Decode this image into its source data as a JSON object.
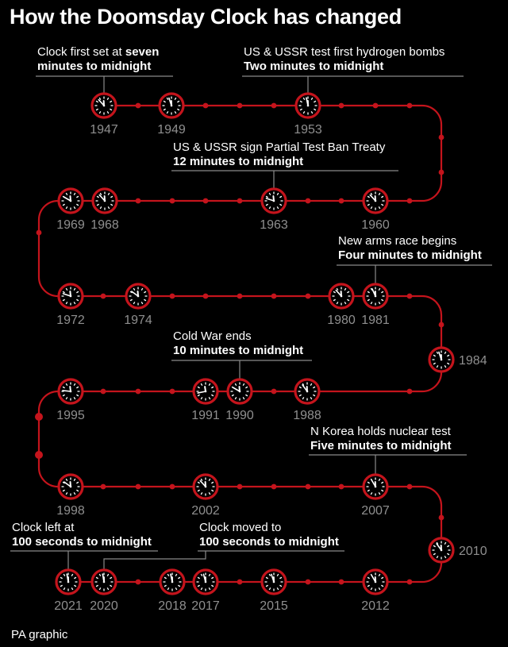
{
  "title": "How the Doomsday Clock has changed",
  "credit": "PA graphic",
  "colors": {
    "track": "#c4141c",
    "clock_fill": "#000000",
    "year_label": "#8f8f8f",
    "callout_line": "#8a8a8a",
    "text": "#ffffff"
  },
  "clocks": [
    {
      "year": "1947",
      "minutes_to_midnight": 7
    },
    {
      "year": "1949",
      "minutes_to_midnight": 3
    },
    {
      "year": "1953",
      "minutes_to_midnight": 2
    },
    {
      "year": "1960",
      "minutes_to_midnight": 7
    },
    {
      "year": "1963",
      "minutes_to_midnight": 12
    },
    {
      "year": "1968",
      "minutes_to_midnight": 7
    },
    {
      "year": "1969",
      "minutes_to_midnight": 10
    },
    {
      "year": "1972",
      "minutes_to_midnight": 12
    },
    {
      "year": "1974",
      "minutes_to_midnight": 9
    },
    {
      "year": "1980",
      "minutes_to_midnight": 7
    },
    {
      "year": "1981",
      "minutes_to_midnight": 4
    },
    {
      "year": "1984",
      "minutes_to_midnight": 3
    },
    {
      "year": "1988",
      "minutes_to_midnight": 6
    },
    {
      "year": "1990",
      "minutes_to_midnight": 10
    },
    {
      "year": "1991",
      "minutes_to_midnight": 17
    },
    {
      "year": "1995",
      "minutes_to_midnight": 14
    },
    {
      "year": "1998",
      "minutes_to_midnight": 9
    },
    {
      "year": "2002",
      "minutes_to_midnight": 7
    },
    {
      "year": "2007",
      "minutes_to_midnight": 5
    },
    {
      "year": "2010",
      "minutes_to_midnight": 6
    },
    {
      "year": "2012",
      "minutes_to_midnight": 5
    },
    {
      "year": "2015",
      "minutes_to_midnight": 3
    },
    {
      "year": "2017",
      "minutes_to_midnight": 2.5
    },
    {
      "year": "2018",
      "minutes_to_midnight": 2
    },
    {
      "year": "2020",
      "minutes_to_midnight": 1.67
    },
    {
      "year": "2021",
      "minutes_to_midnight": 1.67
    }
  ],
  "annotations": {
    "first_set": {
      "line1": "Clock first set at",
      "line1_bold": "seven",
      "line2": "minutes to midnight"
    },
    "hydrogen": {
      "line1": "US & USSR test first hydrogen bombs",
      "line2": "Two minutes to midnight"
    },
    "test_ban": {
      "line1": "US & USSR sign Partial Test Ban Treaty",
      "line2": "12 minutes to midnight"
    },
    "arms_race": {
      "line1": "New arms race begins",
      "line2": "Four minutes to midnight"
    },
    "cold_war": {
      "line1": "Cold War ends",
      "line2": "10 minutes to midnight"
    },
    "n_korea": {
      "line1": "N Korea holds nuclear test",
      "line2": "Five minutes to midnight"
    },
    "left_at": {
      "line1": "Clock left at",
      "line2": "100 seconds to midnight"
    },
    "moved_to": {
      "line1": "Clock moved to",
      "line2": "100 seconds to midnight"
    }
  }
}
